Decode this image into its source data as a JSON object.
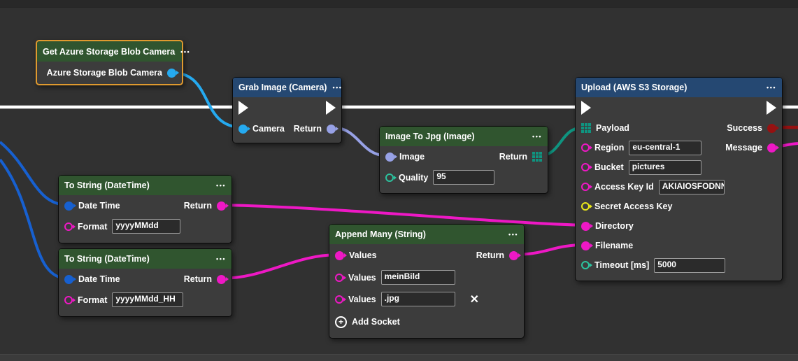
{
  "editor": {
    "icons": {
      "menu": "•••",
      "delete": "✕",
      "add": "+"
    },
    "colors": {
      "canvas_bg": "#313131",
      "node_body": "#3c3c3c",
      "header_green": "#30552f",
      "header_blue": "#254872",
      "selected_border": "#e09a2f",
      "exec_wire": "#ffffff",
      "pin_cyan": "#25aaf0",
      "pin_blue": "#1760d0",
      "pin_lavender": "#97a1e6",
      "pin_magenta": "#ee18c5",
      "pin_teal_grid": "#0f9480",
      "pin_teal_ring": "#2cc29e",
      "pin_yellow": "#e9e719",
      "pin_dark_red": "#961111"
    }
  },
  "nodes": {
    "azure": {
      "title": "Get Azure Storage Blob Camera",
      "output": "Azure Storage Blob Camera"
    },
    "grab": {
      "title": "Grab Image (Camera)",
      "input": "Camera",
      "output": "Return"
    },
    "imagetojpg": {
      "title": "Image To Jpg (Image)",
      "input_image": "Image",
      "output": "Return",
      "quality_label": "Quality",
      "quality_value": "95"
    },
    "tostring1": {
      "title": "To String (DateTime)",
      "input": "Date Time",
      "output": "Return",
      "format_label": "Format",
      "format_value": "yyyyMMdd"
    },
    "tostring2": {
      "title": "To String (DateTime)",
      "input": "Date Time",
      "output": "Return",
      "format_label": "Format",
      "format_value": "yyyyMMdd_HH"
    },
    "append": {
      "title": "Append Many (String)",
      "values_label_1": "Values",
      "values_label_2": "Values",
      "values_label_3": "Values",
      "output": "Return",
      "value_2": "meinBild",
      "value_3": ".jpg",
      "add_socket": "Add Socket"
    },
    "upload": {
      "title": "Upload (AWS S3 Storage)",
      "payload_label": "Payload",
      "success_label": "Success",
      "region_label": "Region",
      "region_value": "eu-central-1",
      "message_label": "Message",
      "bucket_label": "Bucket",
      "bucket_value": "pictures",
      "access_label": "Access Key Id",
      "access_value": "AKIAIOSFODNN",
      "secret_label": "Secret Access Key",
      "directory_label": "Directory",
      "filename_label": "Filename",
      "timeout_label": "Timeout [ms]",
      "timeout_value": "5000"
    }
  }
}
